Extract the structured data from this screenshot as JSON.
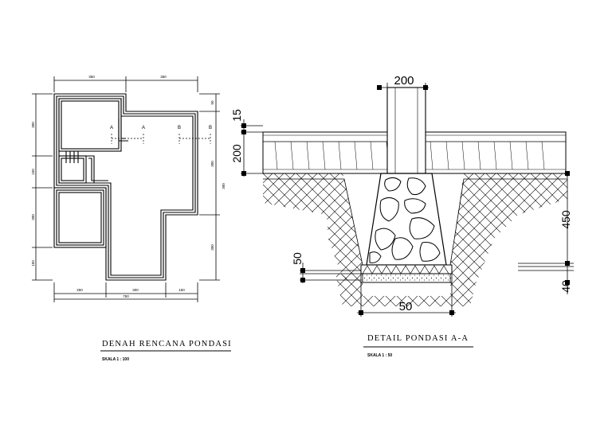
{
  "plan": {
    "title": "DENAH RENCANA PONDASI",
    "scale": "SKALA  1 : 100",
    "dims_top": [
      "350",
      "350"
    ],
    "dims_bottom": [
      "250",
      "300",
      "150"
    ],
    "dim_bottom_total": "750",
    "dims_left": [
      "300",
      "150",
      "300",
      "150"
    ],
    "dims_right": [
      "50",
      "300",
      "300",
      "300"
    ],
    "section_marks": [
      "A",
      "A",
      "B",
      "B"
    ]
  },
  "detail": {
    "title": "DETAIL PONDASI A-A",
    "scale": "SKALA  1 : 50",
    "dim_column_width": "200",
    "dim_sloof_top": "15",
    "dim_sloof_height": "200",
    "dim_depth": "450",
    "dim_aanstamping": "50",
    "dim_sand": "40",
    "dim_base_width": "50"
  }
}
